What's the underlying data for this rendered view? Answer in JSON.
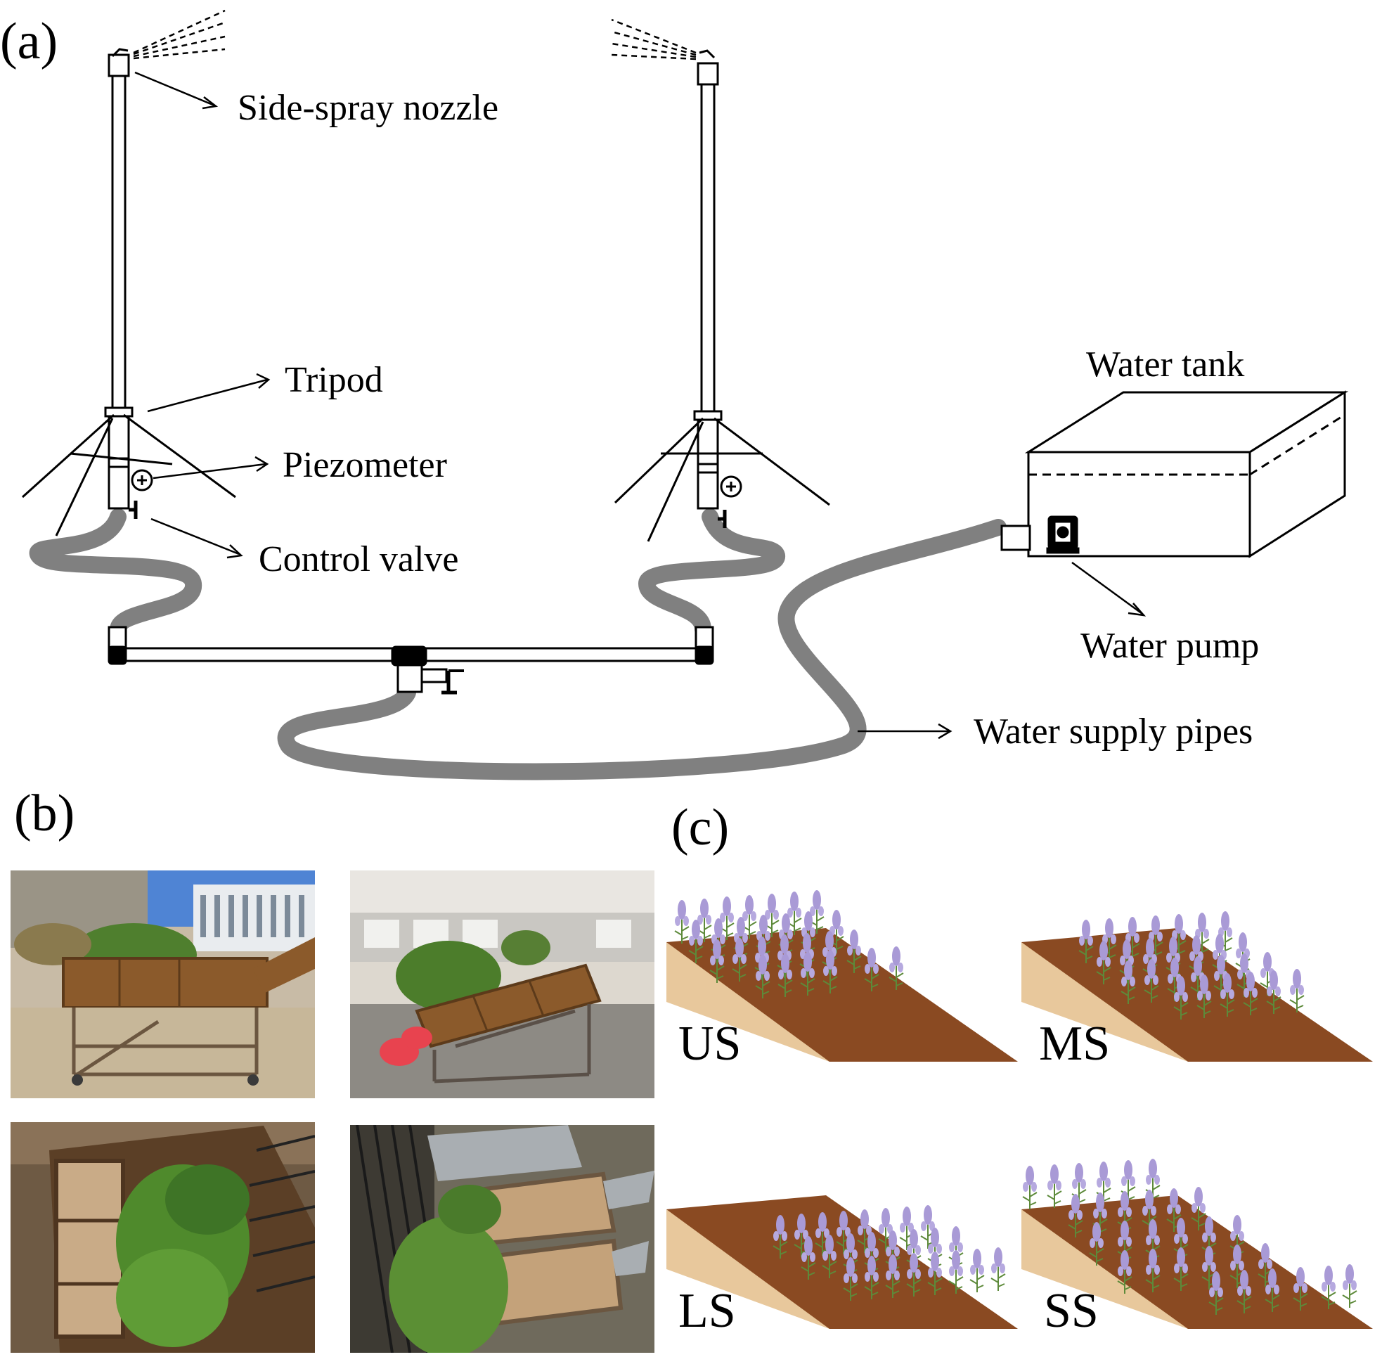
{
  "panel_a": {
    "label": "(a)",
    "callouts": {
      "nozzle": "Side-spray nozzle",
      "tripod": "Tripod",
      "piezometer": "Piezometer",
      "valve": "Control valve",
      "tank": "Water tank",
      "pump": "Water pump",
      "pipes": "Water supply pipes"
    }
  },
  "panel_b": {
    "label": "(b)"
  },
  "panel_c": {
    "label": "(c)",
    "slopes": [
      "US",
      "MS",
      "LS",
      "SS"
    ]
  },
  "colors": {
    "hose": "#808080",
    "soil_top": "#8a4a22",
    "soil_side": "#e8c89c",
    "flower": "#a99ad6",
    "leaf": "#5d8a3a"
  }
}
